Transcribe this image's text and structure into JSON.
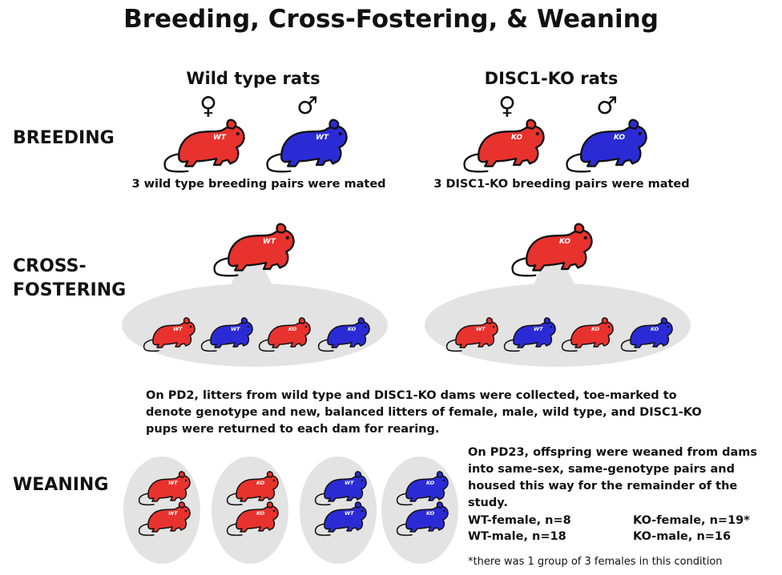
{
  "title": "Breeding, Cross-Fostering, & Weaning",
  "groups": {
    "wt": {
      "title": "Wild type rats",
      "female_symbol": "♀",
      "male_symbol": "♂",
      "caption": "3 wild type breeding pairs were mated"
    },
    "ko": {
      "title": "DISC1-KO rats",
      "female_symbol": "♀",
      "male_symbol": "♂",
      "caption": "3 DISC1-KO breeding pairs were mated"
    }
  },
  "sections": {
    "breeding": "BREEDING",
    "cross_fostering_line1": "CROSS-",
    "cross_fostering_line2": "FOSTERING",
    "weaning": "WEANING"
  },
  "labels": {
    "wt": "WT",
    "ko": "KO"
  },
  "colors": {
    "red": "#e8322e",
    "blue": "#2b2bd6",
    "ellipse": "#e3e3e3"
  },
  "cross_fostering_text": [
    "On PD2, litters from wild type and DISC1-KO dams were collected, toe-marked to",
    "denote genotype and new, balanced litters of female, male, wild type, and DISC1-KO",
    "pups were returned to each dam for rearing."
  ],
  "weaning_text": [
    "On PD23, offspring were weaned from dams",
    "into same-sex, same-genotype pairs and",
    "housed this way for the remainder of the study."
  ],
  "counts": {
    "wt_female": "WT-female, n=8",
    "wt_male": "WT-male, n=18",
    "ko_female": "KO-female, n=19*",
    "ko_male": "KO-male, n=16"
  },
  "footnote": "*there was 1 group of 3 females in this condition"
}
